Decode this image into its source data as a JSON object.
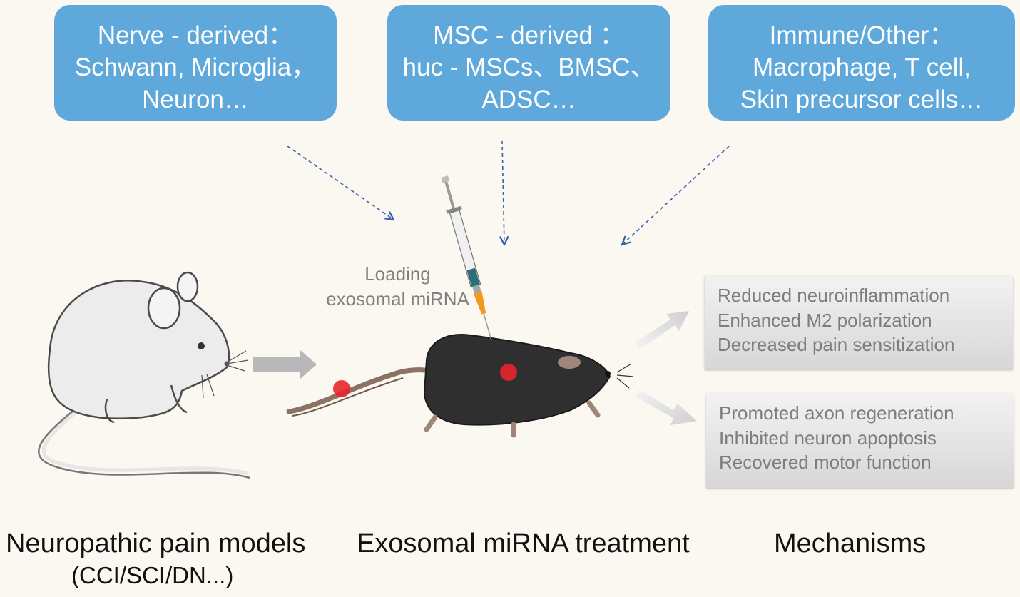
{
  "sources": [
    {
      "lines": [
        "Nerve - derived：",
        "Schwann, Microglia，",
        "Neuron…"
      ]
    },
    {
      "lines": [
        "MSC - derived ：",
        "huc - MSCs、BMSC、",
        "ADSC…"
      ]
    },
    {
      "lines": [
        "Immune/Other：",
        "Macrophage, T cell,",
        "Skin precursor cells…"
      ]
    }
  ],
  "loading_label": [
    "Loading",
    "exosomal miRNA"
  ],
  "mechanisms": [
    {
      "lines": [
        "Reduced neuroinflammation",
        "Enhanced M2 polarization",
        "Decreased pain sensitization"
      ]
    },
    {
      "lines": [
        "Promoted axon regeneration",
        "Inhibited neuron apoptosis",
        "Recovered motor function"
      ]
    }
  ],
  "bottom_labels": {
    "models": "Neuropathic pain models",
    "models_sub": "(CCI/SCI/DN...)",
    "treatment": "Exosomal miRNA treatment",
    "mechanisms": "Mechanisms"
  },
  "colors": {
    "source_box": "#5ea8dc",
    "dashed_arrow": "#3a5fb0",
    "gray_arrow": "#b8b8b8",
    "injection_spot": "#e8242b",
    "background": "#fbf7f1"
  }
}
